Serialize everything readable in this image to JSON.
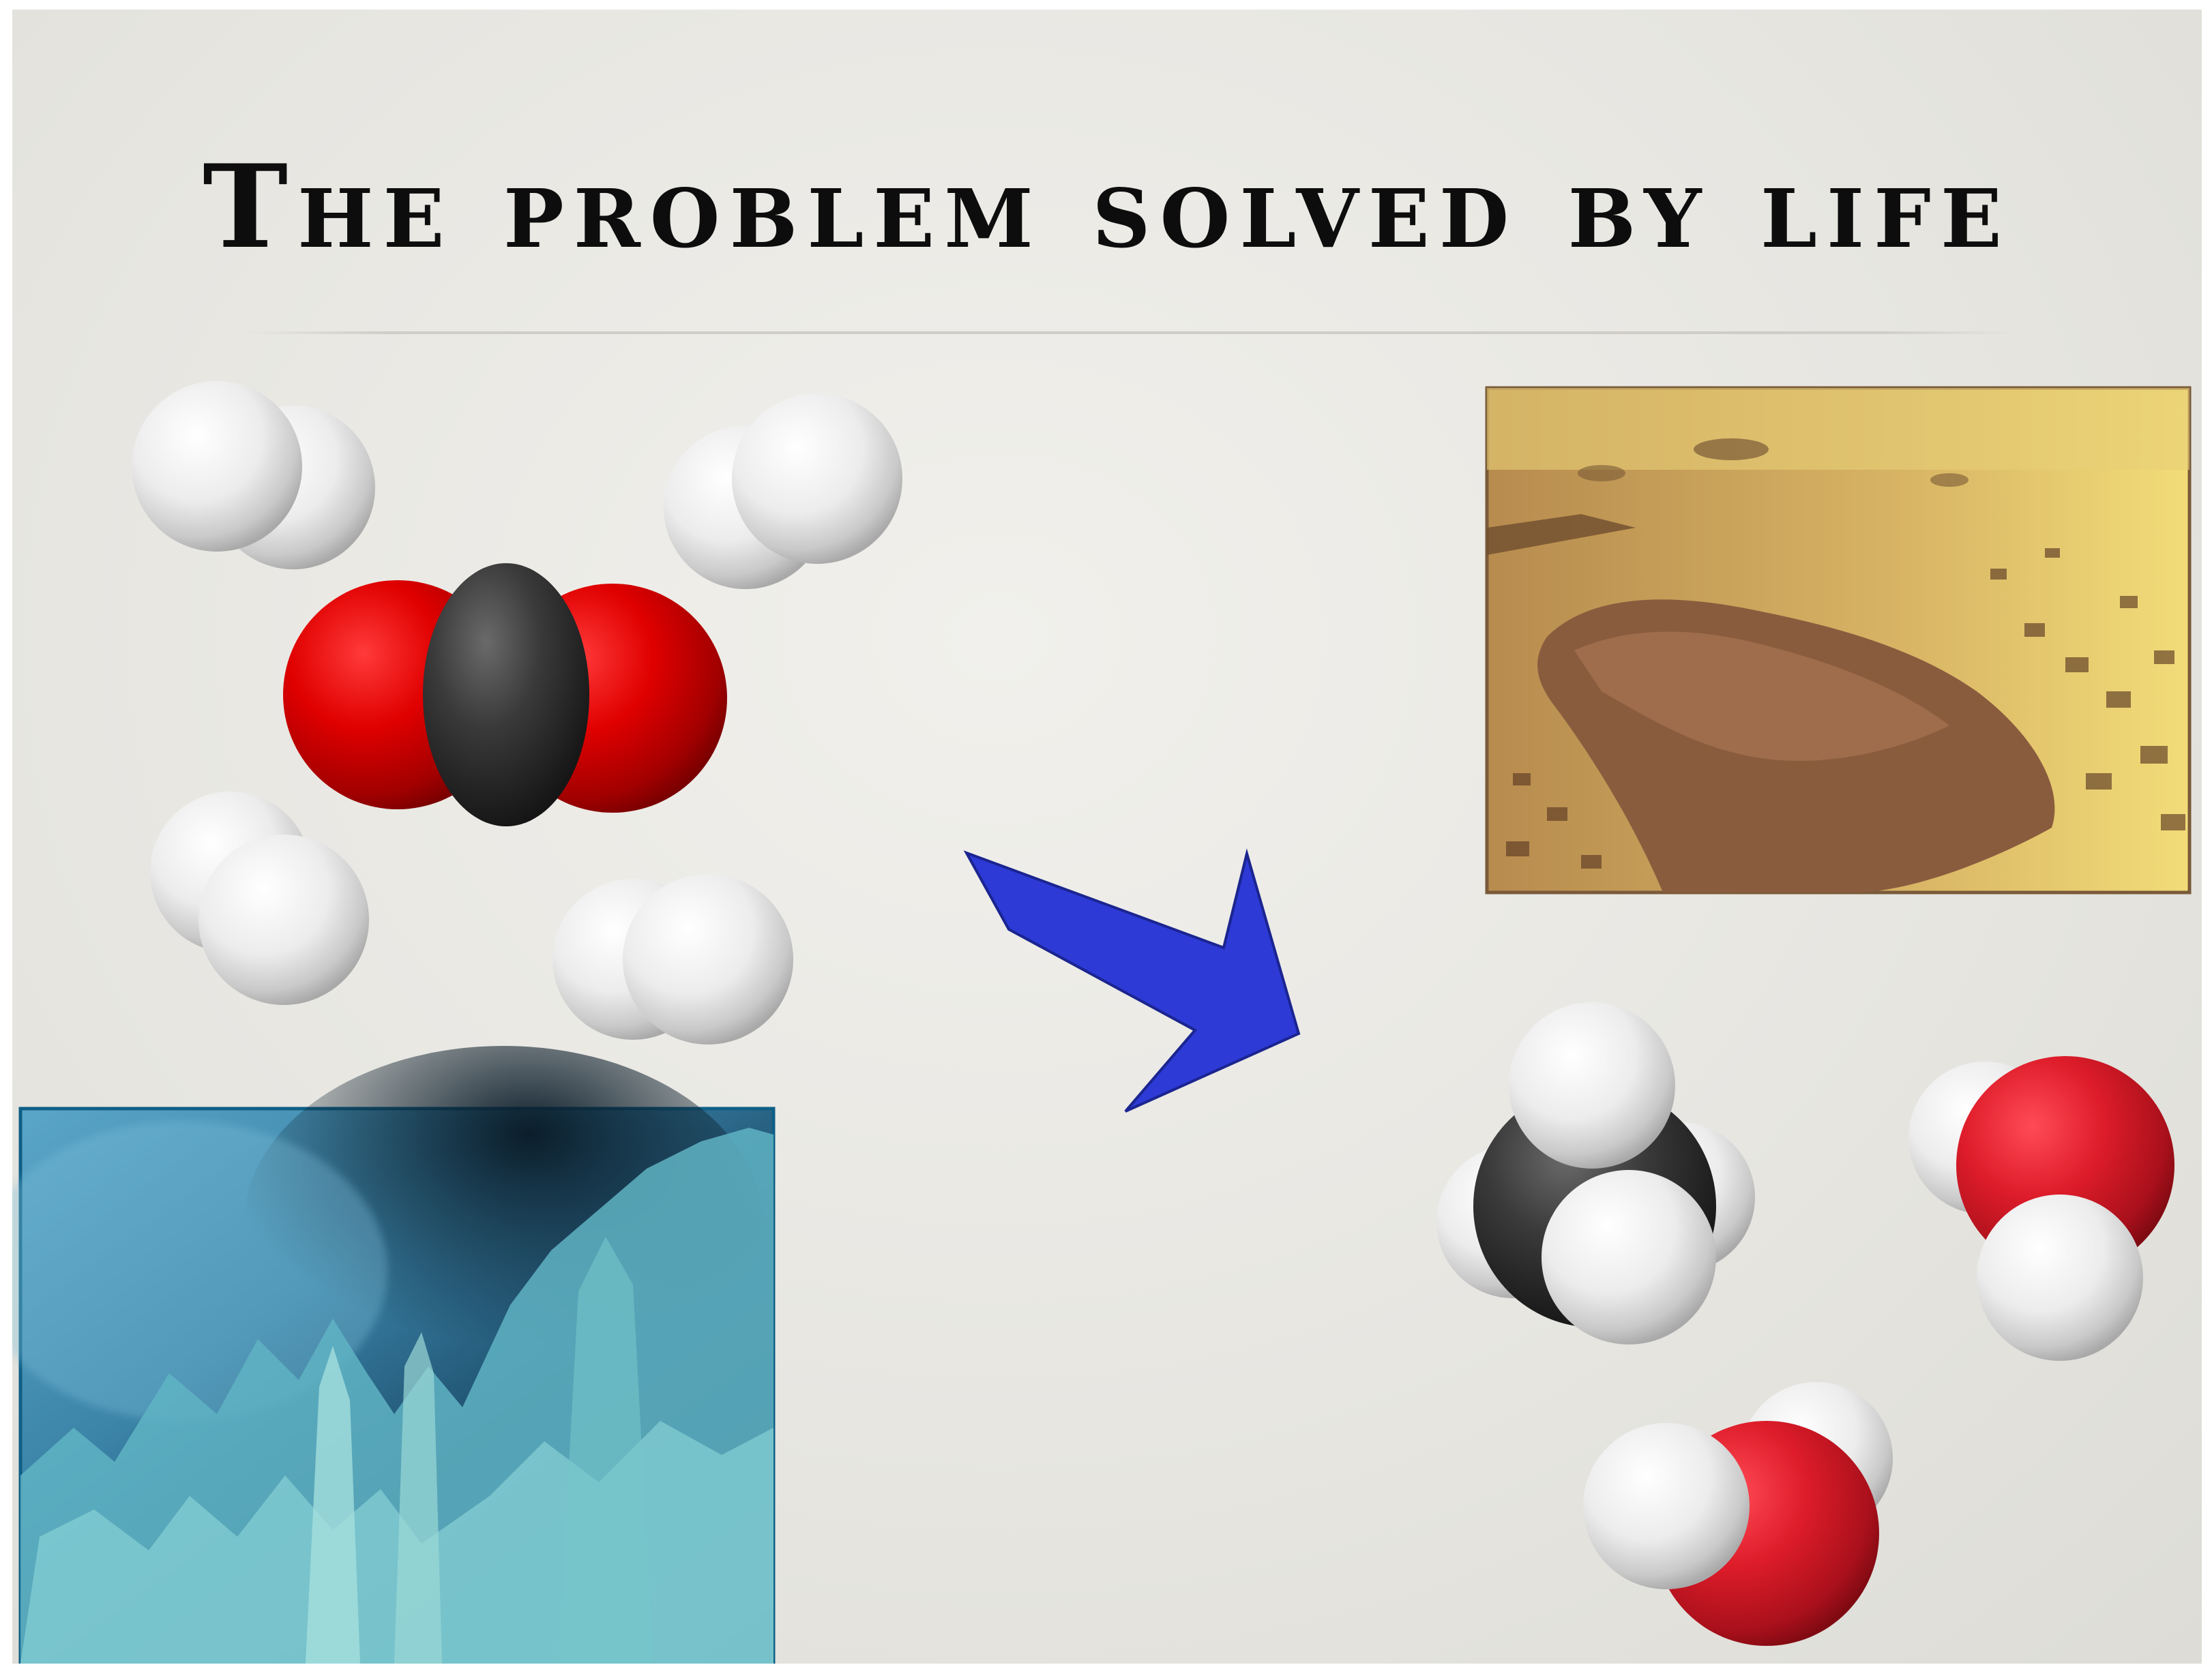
{
  "slide": {
    "title": "The problem solved by life"
  },
  "molecules": {
    "reactants": [
      "hydrogen-molecule",
      "hydrogen-molecule",
      "carbon-dioxide-molecule",
      "hydrogen-molecule",
      "hydrogen-molecule"
    ],
    "products": [
      "methane-molecule",
      "water-molecule",
      "water-molecule"
    ]
  },
  "images": {
    "hydrothermal_vent_photo": "hydrothermal-vent",
    "early_earth_landscape_photo": "early-earth-landscape"
  },
  "colors": {
    "arrow": "#2d3ad6",
    "oxygen": "#d90a0a",
    "water_oxygen": "#d8202e",
    "carbon": "#2a2a2a",
    "hydrogen": "#f4f4f4"
  }
}
